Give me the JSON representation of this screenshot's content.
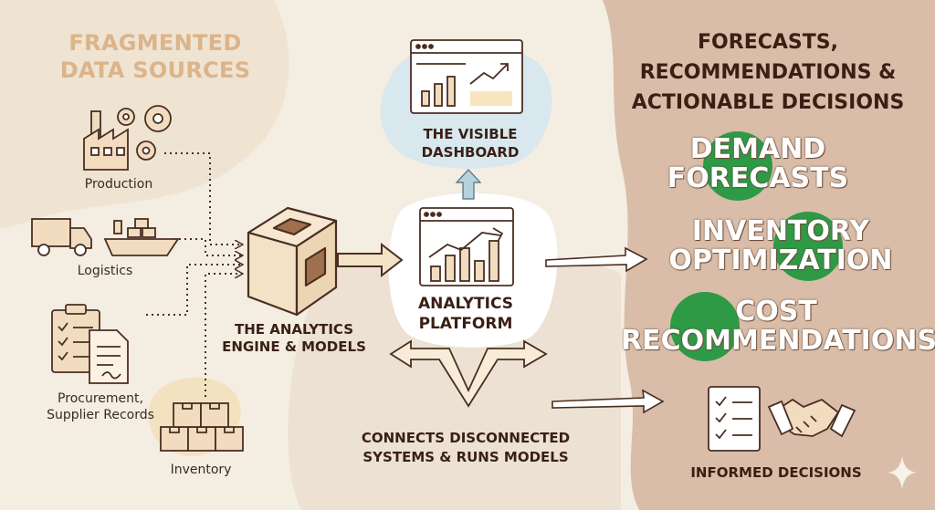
{
  "left": {
    "title": "FRAGMENTED\nDATA SOURCES",
    "sources": [
      {
        "label": "Production",
        "icon": "factory-gears-icon"
      },
      {
        "label": "Logistics",
        "icon": "truck-ship-icon"
      },
      {
        "label": "Procurement,\nSupplier Records",
        "icon": "clipboard-documents-icon"
      },
      {
        "label": "Inventory",
        "icon": "stacked-boxes-icon"
      }
    ]
  },
  "engine": {
    "label": "THE ANALYTICS\nENGINE & MODELS",
    "icon": "cube-icon"
  },
  "dashboard": {
    "label": "THE VISIBLE\nDASHBOARD",
    "icon": "dashboard-window-icon"
  },
  "platform": {
    "label": "ANALYTICS\nPLATFORM",
    "icon": "chart-window-icon"
  },
  "connects": {
    "label": "CONNECTS DISCONNECTED\nSYSTEMS & RUNS MODELS"
  },
  "right": {
    "title": "FORECASTS,\nRECOMMENDATIONS &\nACTIONABLE DECISIONS",
    "outputs": [
      "DEMAND\nFORECASTS",
      "INVENTORY\nOPTIMIZATION",
      "COST\nRECOMMENDATIONS"
    ],
    "decisions": {
      "label": "INFORMED DECISIONS",
      "icons": [
        "checklist-icon",
        "handshake-icon"
      ]
    }
  },
  "colors": {
    "background": "#f4ede2",
    "right_panel": "#d9bda8",
    "accent_green": "#2e9a46",
    "line_brown": "#4a2e22",
    "source_title": "#dcb48a",
    "icon_fill": "#f1dcc0"
  }
}
